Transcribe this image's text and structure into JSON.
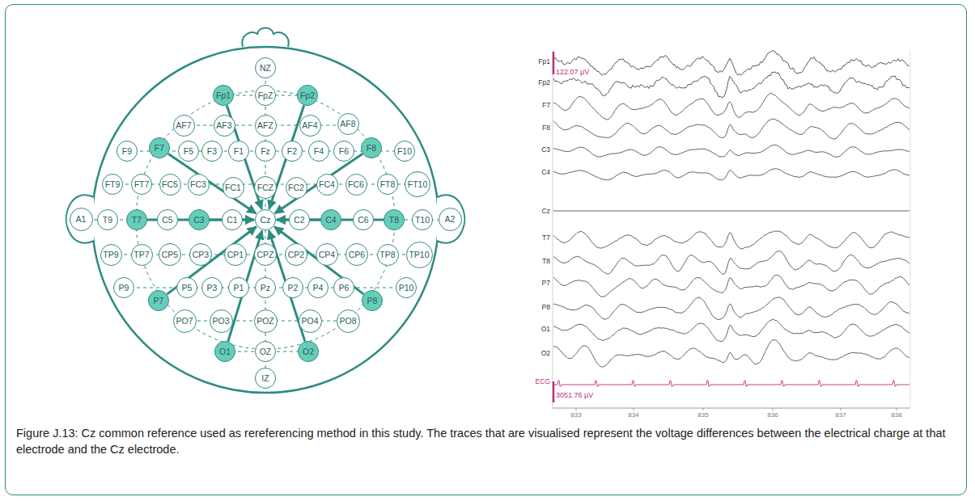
{
  "diagram": {
    "caption": "Figure J.13: Cz common reference used as rereferencing method in this study. The traces that are visualised represent the voltage differences between the electrical charge at that electrode and the Cz electrode.",
    "nodes": [
      {
        "text": [
          "NZ"
        ]
      },
      {
        "text": [
          "Fp1"
        ]
      },
      {
        "text": [
          "FpZ"
        ]
      },
      {
        "text": [
          "Fp2"
        ]
      },
      {
        "text": [
          "AF7"
        ]
      },
      {
        "text": [
          "AF3"
        ]
      },
      {
        "text": [
          "AFZ"
        ]
      },
      {
        "text": [
          "AF4"
        ]
      },
      {
        "text": [
          "AF8"
        ]
      },
      {
        "text": [
          "F9"
        ]
      },
      {
        "text": [
          "F7"
        ]
      },
      {
        "text": [
          "F5"
        ]
      },
      {
        "text": [
          "F3"
        ]
      },
      {
        "text": [
          "F1"
        ]
      },
      {
        "text": [
          "Fz"
        ]
      },
      {
        "text": [
          "F2"
        ]
      },
      {
        "text": [
          "F4"
        ]
      },
      {
        "text": [
          "F6"
        ]
      },
      {
        "text": [
          "F8"
        ]
      },
      {
        "text": [
          "F10"
        ]
      },
      {
        "text": [
          "FT9"
        ]
      },
      {
        "text": [
          "FT7"
        ]
      },
      {
        "text": [
          "FC5"
        ]
      },
      {
        "text": [
          "FC3"
        ]
      },
      {
        "text": [
          "FC1"
        ]
      },
      {
        "text": [
          "FCZ"
        ]
      },
      {
        "text": [
          "FC2"
        ]
      },
      {
        "text": [
          "FC4"
        ]
      },
      {
        "text": [
          "FC6"
        ]
      },
      {
        "text": [
          "FT8"
        ]
      },
      {
        "text": [
          "FT10"
        ]
      },
      {
        "text": [
          "A1"
        ]
      },
      {
        "text": [
          "T9"
        ]
      },
      {
        "text": [
          "T7"
        ]
      },
      {
        "text": [
          "C5"
        ]
      },
      {
        "text": [
          "C3"
        ]
      },
      {
        "text": [
          "C1"
        ]
      },
      {
        "text": [
          "Cz"
        ]
      },
      {
        "text": [
          "C2"
        ]
      },
      {
        "text": [
          "C4"
        ]
      },
      {
        "text": [
          "C6"
        ]
      },
      {
        "text": [
          "T8"
        ]
      },
      {
        "text": [
          "T10"
        ]
      },
      {
        "text": [
          "A2"
        ]
      },
      {
        "text": [
          "TP9"
        ]
      },
      {
        "text": [
          "TP7"
        ]
      },
      {
        "text": [
          "CP5"
        ]
      },
      {
        "text": [
          "CP3"
        ]
      },
      {
        "text": [
          "CP1"
        ]
      },
      {
        "text": [
          "CPZ"
        ]
      },
      {
        "text": [
          "CP2"
        ]
      },
      {
        "text": [
          "CP4"
        ]
      },
      {
        "text": [
          "CP6"
        ]
      },
      {
        "text": [
          "TP8"
        ]
      },
      {
        "text": [
          "TP10"
        ]
      },
      {
        "text": [
          "P9"
        ]
      },
      {
        "text": [
          "P7"
        ]
      },
      {
        "text": [
          "P5"
        ]
      },
      {
        "text": [
          "P3"
        ]
      },
      {
        "text": [
          "P1"
        ]
      },
      {
        "text": [
          "Pz"
        ]
      },
      {
        "text": [
          "P2"
        ]
      },
      {
        "text": [
          "P4"
        ]
      },
      {
        "text": [
          "P6"
        ]
      },
      {
        "text": [
          "P8"
        ]
      },
      {
        "text": [
          "P10"
        ]
      },
      {
        "text": [
          "PO7"
        ]
      },
      {
        "text": [
          "PO3"
        ]
      },
      {
        "text": [
          "POZ"
        ]
      },
      {
        "text": [
          "PO4"
        ]
      },
      {
        "text": [
          "PO8"
        ]
      },
      {
        "text": [
          "O1"
        ]
      },
      {
        "text": [
          "OZ"
        ]
      },
      {
        "text": [
          "O2"
        ]
      },
      {
        "text": [
          "IZ"
        ]
      }
    ],
    "edges": [
      {
        "from": 1,
        "to": 37,
        "arrow": "to"
      },
      {
        "from": 3,
        "to": 37,
        "arrow": "to"
      },
      {
        "from": 10,
        "to": 37,
        "arrow": "to"
      },
      {
        "from": 18,
        "to": 37,
        "arrow": "to"
      },
      {
        "from": 33,
        "to": 37,
        "arrow": "to"
      },
      {
        "from": 35,
        "to": 37,
        "arrow": "to"
      },
      {
        "from": 39,
        "to": 37,
        "arrow": "to"
      },
      {
        "from": 41,
        "to": 37,
        "arrow": "to"
      },
      {
        "from": 56,
        "to": 37,
        "arrow": "to"
      },
      {
        "from": 64,
        "to": 37,
        "arrow": "to"
      },
      {
        "from": 71,
        "to": 37,
        "arrow": "to"
      },
      {
        "from": 73,
        "to": 37,
        "arrow": "to"
      }
    ],
    "labels": [
      "Fp1",
      "122.07 µV",
      "Fp2",
      "F7",
      "F8",
      "C3",
      "C4",
      "Cz",
      "T7",
      "T8",
      "P7",
      "P8",
      "O1",
      "O2",
      "ECG",
      "3051.76 µV",
      "833",
      "834",
      "835",
      "836",
      "837",
      "838"
    ]
  }
}
